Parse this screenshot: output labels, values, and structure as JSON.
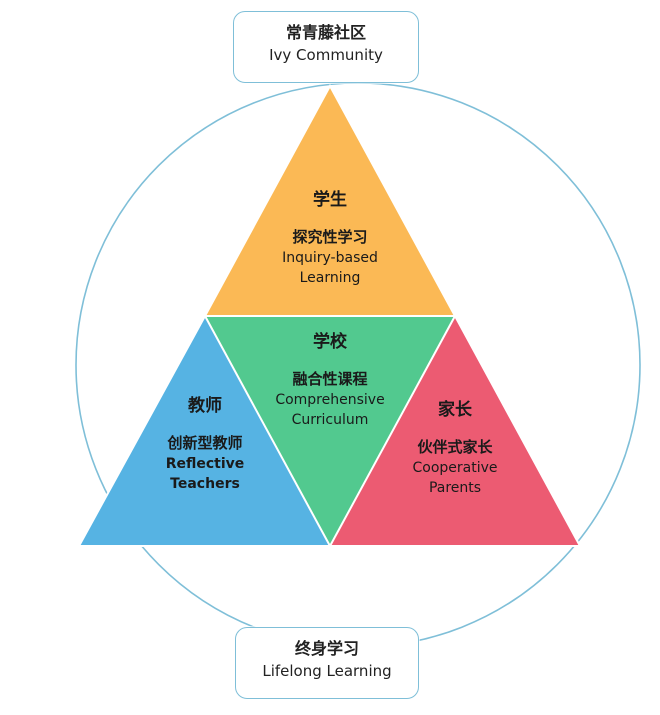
{
  "top_box": {
    "zh": "常青藤社区",
    "en": "Ivy Community"
  },
  "bottom_box": {
    "zh": "终身学习",
    "en": "Lifelong Learning"
  },
  "student": {
    "title": "学生",
    "zh": "探究性学习",
    "en_line1": "Inquiry-based",
    "en_line2": "Learning",
    "color": "#fbb955"
  },
  "school": {
    "title": "学校",
    "zh": "融合性课程",
    "en_line1": "Comprehensive",
    "en_line2": "Curriculum",
    "color": "#52c98f"
  },
  "teacher": {
    "title": "教师",
    "zh": "创新型教师",
    "en_line1": "Reflective",
    "en_line2": "Teachers",
    "color": "#56b3e3"
  },
  "parent": {
    "title": "家长",
    "zh": "伙伴式家长",
    "en_line1": "Cooperative",
    "en_line2": "Parents",
    "color": "#ec5b72"
  },
  "circle_color": "#7fbfd8"
}
